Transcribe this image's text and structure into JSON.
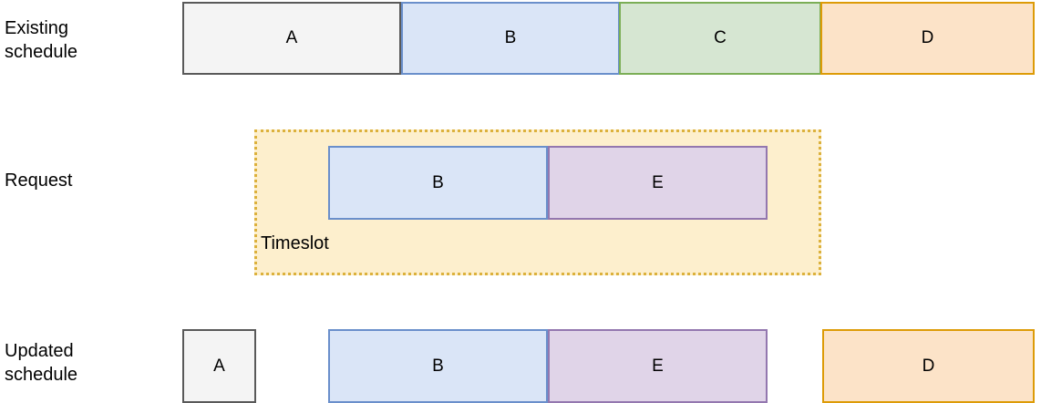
{
  "diagram": {
    "title_rows": [
      {
        "id": "existing",
        "label": "Existing\nschedule"
      },
      {
        "id": "request",
        "label": "Request"
      },
      {
        "id": "updated",
        "label": "Updated\nschedule"
      }
    ],
    "timeslot": {
      "caption": "Timeslot",
      "fill_color": "#fdefcd",
      "border_color": "#dcb13c"
    },
    "palette": {
      "a_fill": "#f4f4f4",
      "a_border": "#595959",
      "b_fill": "#dae5f7",
      "b_border": "#6a8fcb",
      "c_fill": "#d6e6d2",
      "c_border": "#7bae56",
      "d_fill": "#fce3c8",
      "d_border": "#dd9b07",
      "e_fill": "#e0d4e8",
      "e_border": "#9377af",
      "background": "#ffffff"
    },
    "existing_schedule": {
      "blocks": [
        {
          "label": "A"
        },
        {
          "label": "B"
        },
        {
          "label": "C"
        },
        {
          "label": "D"
        }
      ]
    },
    "request": {
      "blocks": [
        {
          "label": "B"
        },
        {
          "label": "E"
        }
      ]
    },
    "updated_schedule": {
      "blocks": [
        {
          "label": "A"
        },
        {
          "label": "B"
        },
        {
          "label": "E"
        },
        {
          "label": "D"
        }
      ]
    }
  }
}
